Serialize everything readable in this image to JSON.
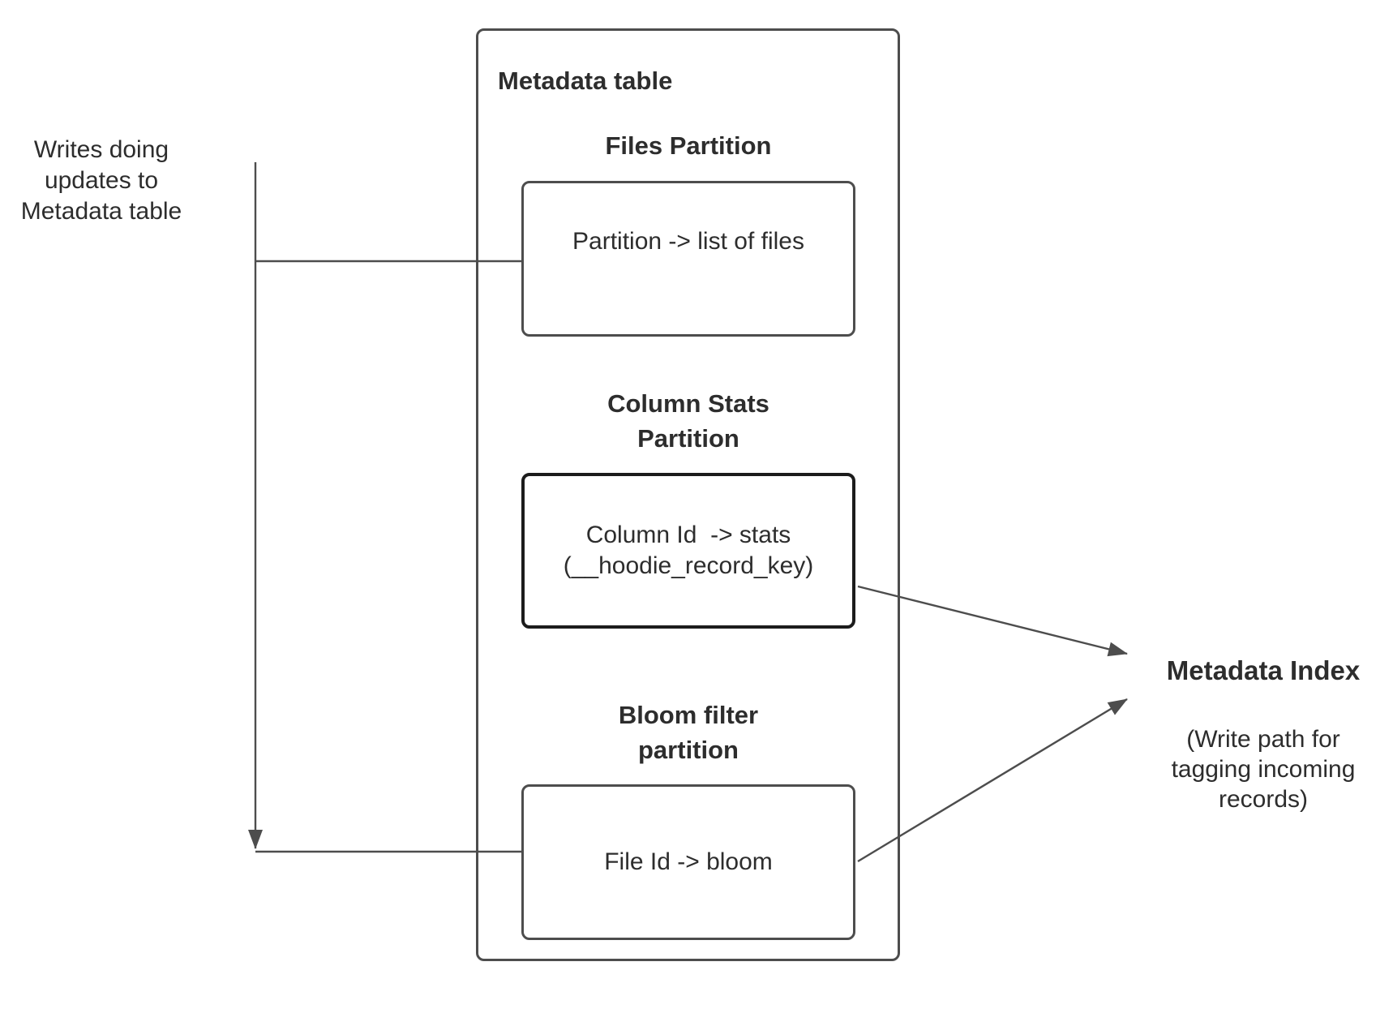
{
  "left_note": {
    "text": "Writes doing\nupdates to\nMetadata table"
  },
  "metadata_table": {
    "title": "Metadata table",
    "partitions": [
      {
        "heading": "Files Partition",
        "mapping": "Partition -> list of files",
        "emphasized": false
      },
      {
        "heading": "Column Stats\nPartition",
        "mapping": "Column Id  -> stats\n(__hoodie_record_key)",
        "emphasized": true
      },
      {
        "heading": "Bloom filter\npartition",
        "mapping": "File Id -> bloom",
        "emphasized": false
      }
    ]
  },
  "metadata_index": {
    "title": "Metadata Index",
    "subtitle": "(Write path for\ntagging incoming\nrecords)"
  },
  "edges": [
    {
      "name": "writes-down-arrow",
      "from": "left-note",
      "to": "bloom-connector",
      "arrow": "down"
    },
    {
      "name": "writes-to-files-connector",
      "from": "writes-line",
      "to": "files-partition-box"
    },
    {
      "name": "writes-to-bloom-connector",
      "from": "writes-line",
      "to": "bloom-filter-box"
    },
    {
      "name": "column-stats-to-index-arrow",
      "from": "column-stats-box",
      "to": "metadata-index"
    },
    {
      "name": "bloom-to-index-arrow",
      "from": "bloom-filter-box",
      "to": "metadata-index"
    }
  ],
  "colors": {
    "line": "#4d4d4d",
    "emphasis_border": "#1c1c1c",
    "text": "#2d2d2d",
    "background": "#ffffff"
  }
}
